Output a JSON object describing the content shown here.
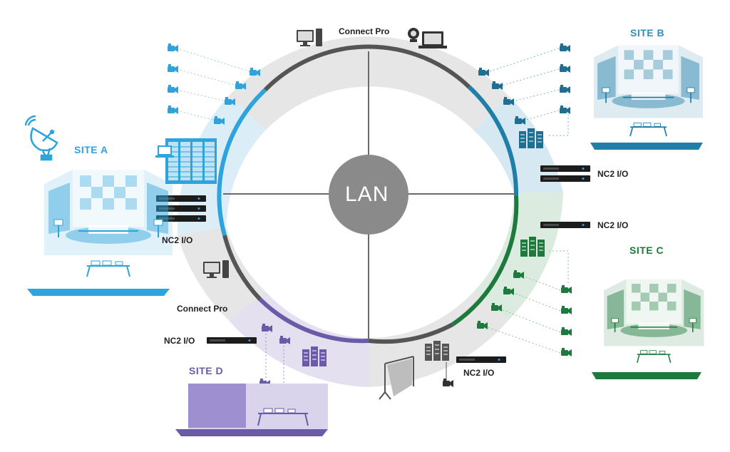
{
  "hub": {
    "label": "LAN"
  },
  "sites": {
    "a": {
      "label": "SITE A",
      "color": "#2fa3dc"
    },
    "b": {
      "label": "SITE B",
      "color": "#1f7fa8"
    },
    "c": {
      "label": "SITE C",
      "color": "#1d7a3c"
    },
    "d": {
      "label": "SITE D",
      "color": "#6b5aa8"
    }
  },
  "devices": {
    "connect_pro_top": "Connect Pro",
    "connect_pro_left": "Connect Pro",
    "nc2_a": "NC2 I/O",
    "nc2_b": "NC2 I/O",
    "nc2_c": "NC2 I/O",
    "nc2_d": "NC2 I/O",
    "nc2_bottom": "NC2 I/O"
  },
  "icons": {
    "camera": "camera-icon",
    "computer": "desktop-computer-icon",
    "webcam": "webcam-icon",
    "laptop": "laptop-icon",
    "server": "server-rack-icon",
    "rack_unit": "nc2-io-unit-icon",
    "satellite": "satellite-dish-icon",
    "backdrop": "green-screen-backdrop-icon"
  },
  "colors": {
    "hub": "#8a8a8a",
    "ring_dark": "#555555",
    "band_gray": "#e6e6e6"
  }
}
